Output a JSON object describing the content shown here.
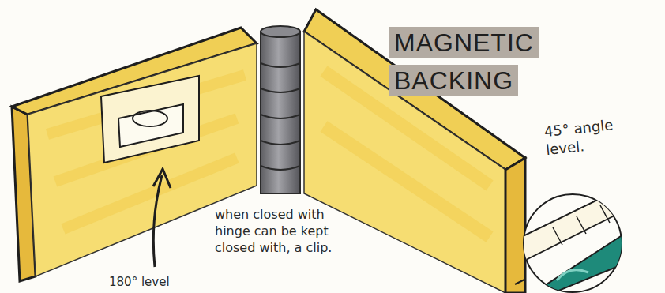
{
  "diagram": {
    "nodes": [
      {
        "text": [
          "MAGNETIC BACKING"
        ]
      }
    ],
    "labels": [
      "45° angle level.",
      "when closed with hinge can be kept closed with, a clip.",
      "180° level"
    ]
  }
}
